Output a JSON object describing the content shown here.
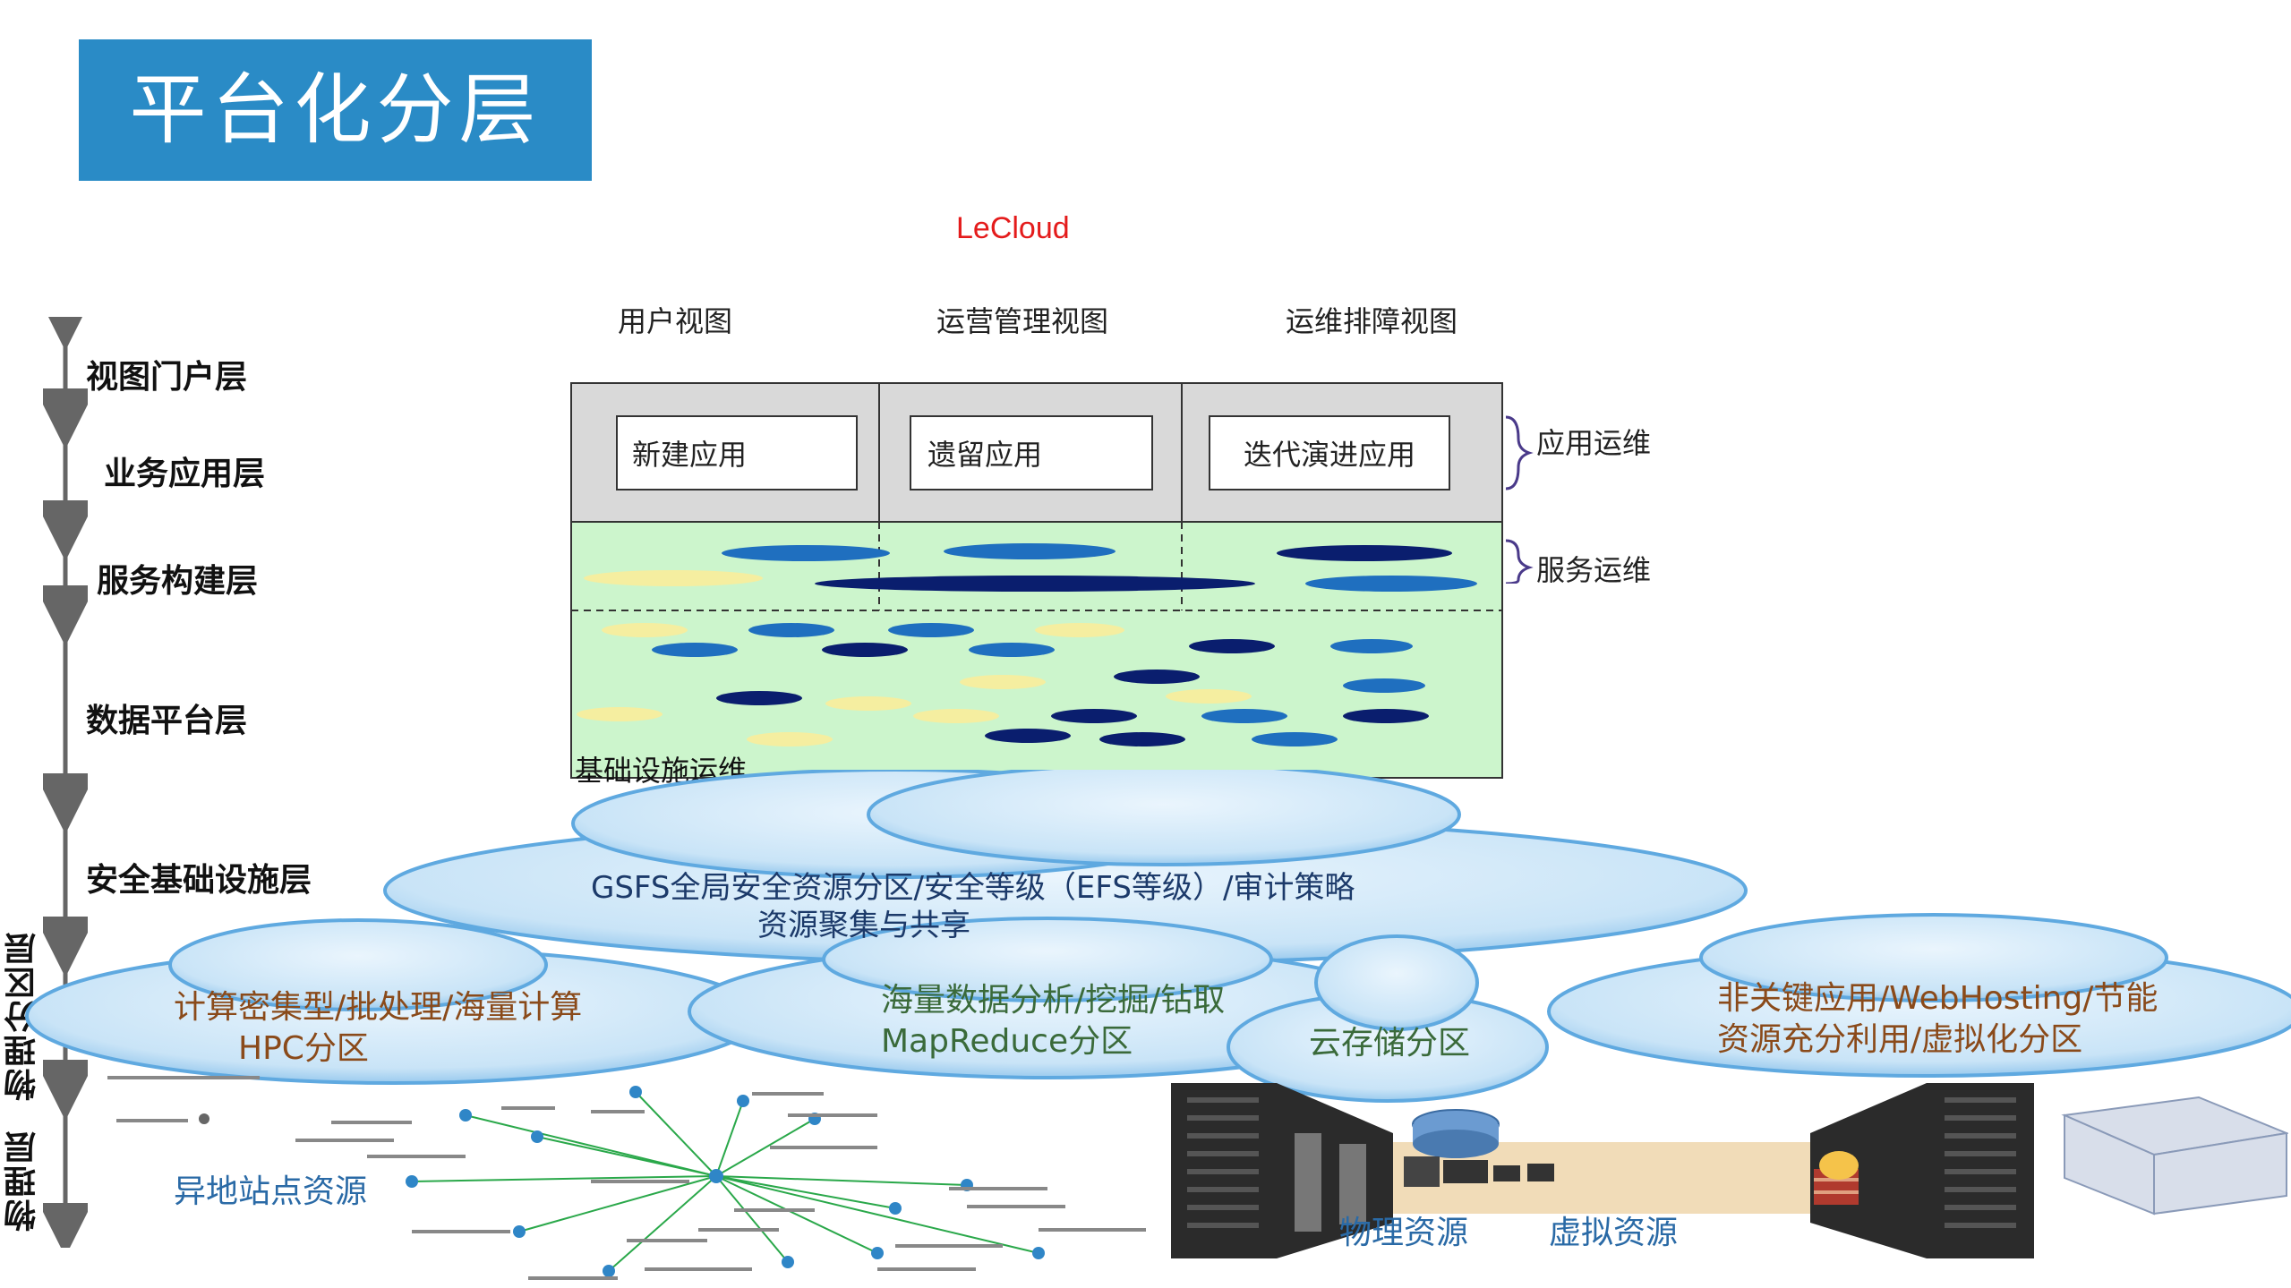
{
  "title": "平台化分层",
  "brand": "LeCloud",
  "views": [
    "用户视图",
    "运营管理视图",
    "运维排障视图"
  ],
  "layers": [
    "视图门户层",
    "业务应用层",
    "服务构建层",
    "数据平台层",
    "安全基础设施层"
  ],
  "vertical_layers": [
    "物理分区层",
    "物理层"
  ],
  "apps": [
    "新建应用",
    "遗留应用",
    "迭代演进应用"
  ],
  "brackets": [
    "应用运维",
    "服务运维"
  ],
  "infra_ops": "基础设施运维",
  "security_cloud": {
    "line1": "GSFS全局安全资源分区/安全等级（EFS等级）/审计策略",
    "line2": "资源聚集与共享"
  },
  "partitions": {
    "hpc": {
      "line1": "计算密集型/批处理/海量计算",
      "line2": "HPC分区"
    },
    "mapreduce": {
      "line1": "海量数据分析/挖掘/钻取",
      "line2": "MapReduce分区"
    },
    "storage": "云存储分区",
    "virtual": {
      "line1": "非关键应用/WebHosting/节能",
      "line2": "资源充分利用/虚拟化分区"
    }
  },
  "physical": {
    "remote_sites": "异地站点资源",
    "physical_resources": "物理资源",
    "virtual_resources": "虚拟资源"
  },
  "colors": {
    "title_bg": "#2a8bc6",
    "brand": "#e41b1b",
    "service_bg": "#ccf5cc",
    "app_bg": "#d9d9d9",
    "cloud": "#c9e4f7"
  }
}
